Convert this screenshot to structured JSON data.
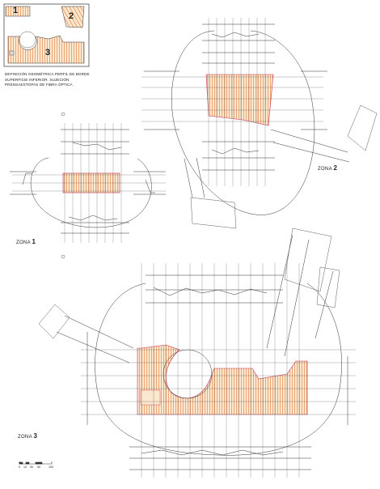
{
  "key_plan": {
    "zone_numbers": [
      "1",
      "2",
      "3"
    ]
  },
  "description": "DEFINICIÓN GEOMÉTRICA PERFIL DE BORDE SUPERFICIE INFERIOR. SUJECIÓN PRENSAESTOPAS DE FIBRA ÓPTICA",
  "zones": [
    {
      "label": "ZONA",
      "number": "1"
    },
    {
      "label": "ZONA",
      "number": "2"
    },
    {
      "label": "ZONA",
      "number": "3"
    }
  ],
  "scale_bar": {
    "ticks": [
      "0",
      "10",
      "30",
      "50",
      "100"
    ]
  },
  "colors": {
    "hatch": "#e8a070",
    "fill": "#fbe8cf",
    "outline": "#c03050",
    "line": "#333333"
  }
}
